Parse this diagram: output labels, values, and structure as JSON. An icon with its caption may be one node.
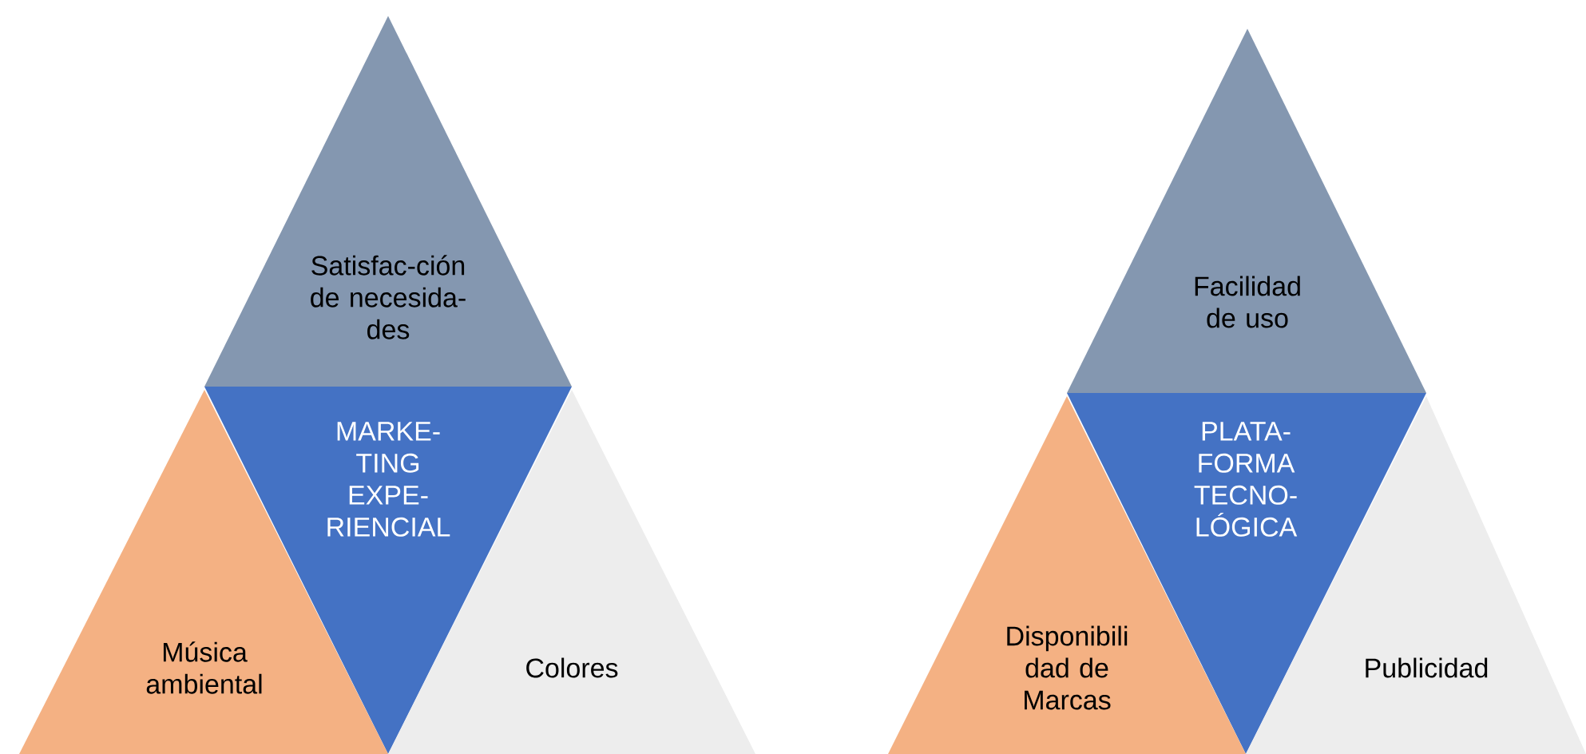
{
  "diagram": {
    "nodes": [
      {
        "text": [
          "Satisfac-ción de necesida-des"
        ]
      },
      {
        "text": [
          "MARKE-TING EXPE-RIENCIAL"
        ]
      },
      {
        "text": [
          "Música ambiental"
        ]
      },
      {
        "text": [
          "Colores"
        ]
      },
      {
        "text": [
          "Facilidad de uso"
        ]
      },
      {
        "text": [
          "PLATA-FORMA TECNO-LÓGICA"
        ]
      },
      {
        "text": [
          "Disponibili dad de Marcas"
        ]
      },
      {
        "text": [
          "Publicidad"
        ]
      }
    ]
  }
}
